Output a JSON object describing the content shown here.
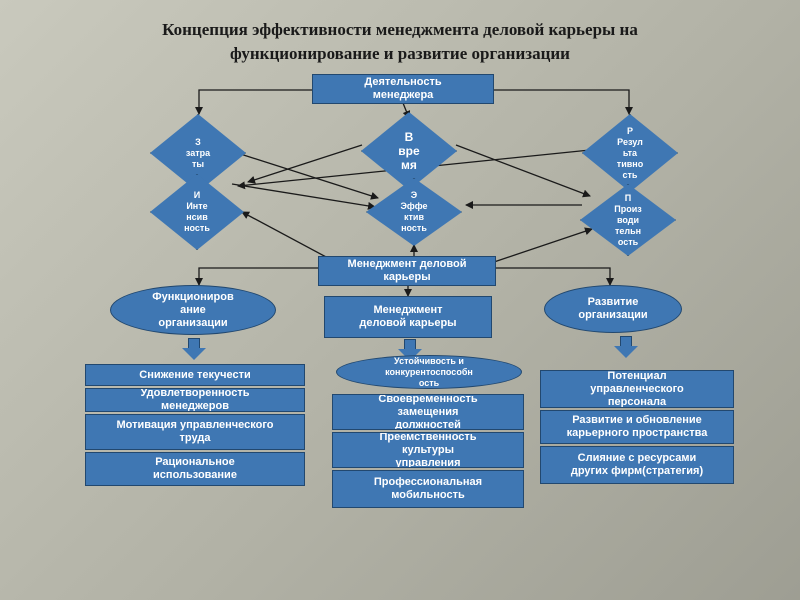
{
  "title": {
    "line1": "Концепция эффективности менеджмента деловой карьеры на",
    "line2": "функционирование и развитие организации"
  },
  "top_box": "Деятельность\nменеджера",
  "diamonds": {
    "costs": "З\nзатра\nты",
    "time": "В\nвре\nмя",
    "results": "Р\nРезул\nьта\nтивно\nсть",
    "intensity": "И\nИнте\nнсив\nность",
    "efficiency": "Э\nЭффе\nктив\nность",
    "productivity": "П\nПроиз\nводи\nтельн\nость"
  },
  "center_box": "Менеджмент деловой\nкарьеры",
  "left_oval": "Функциониров\nание\nорганизации",
  "middle_box": "Менеджмент\nделовой карьеры",
  "right_oval": "Развитие\nорганизации",
  "middle_oval": "Устойчивость и\nконкурентоспособн\nость",
  "left_items": [
    "Снижение текучести",
    "Удовлетворенность\nменеджеров",
    "Мотивация управленческого\nтруда",
    "Рациональное\nиспользование"
  ],
  "middle_items": [
    "Своевременность\nзамещения\nдолжностей",
    "Преемственность\nкультуры\nуправления",
    "Профессиональная\nмобильность"
  ],
  "right_items": [
    "Потенциал\nуправленческого\nперсонала",
    "Развитие и обновление\nкарьерного пространства",
    "Слияние с ресурсами\nдругих фирм(стратегия)"
  ],
  "colors": {
    "shape_fill": "#3f77b3",
    "shape_border": "#22486f",
    "background": "#b8b8ac",
    "line": "#1a1a1a"
  }
}
